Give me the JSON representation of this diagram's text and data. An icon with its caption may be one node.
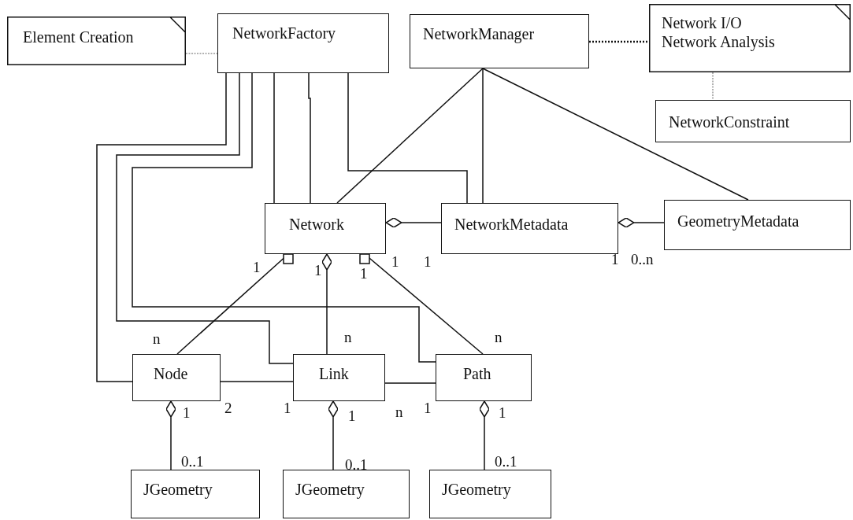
{
  "diagram": {
    "nodes": [
      {
        "text": [
          "Element Creation"
        ]
      },
      {
        "text": [
          "NetworkFactory"
        ]
      },
      {
        "text": [
          "NetworkManager"
        ]
      },
      {
        "text": [
          "Network I/O Network Analysis"
        ]
      },
      {
        "text": [
          "NetworkConstraint"
        ]
      },
      {
        "text": [
          "Network"
        ]
      },
      {
        "text": [
          "NetworkMetadata"
        ]
      },
      {
        "text": [
          "GeometryMetadata"
        ]
      },
      {
        "text": [
          "Node"
        ]
      },
      {
        "text": [
          "Link"
        ]
      },
      {
        "text": [
          "Path"
        ]
      },
      {
        "text": [
          "JGeometry"
        ]
      },
      {
        "text": [
          "JGeometry"
        ]
      },
      {
        "text": [
          "JGeometry"
        ]
      }
    ],
    "edges": [
      {
        "from": 0,
        "to": 1,
        "arrow": "none",
        "style": "dashed",
        "color": "#999999"
      },
      {
        "from": 2,
        "to": 3,
        "arrow": "none",
        "style": "dashed"
      },
      {
        "from": 3,
        "to": 4,
        "arrow": "none",
        "style": "dashed",
        "color": "#999999"
      },
      {
        "from": 1,
        "to": 5,
        "arrow": "none"
      },
      {
        "from": 1,
        "to": 5,
        "arrow": "none"
      },
      {
        "from": 1,
        "to": 6,
        "arrow": "none"
      },
      {
        "from": 1,
        "to": 8,
        "arrow": "none"
      },
      {
        "from": 1,
        "to": 9,
        "arrow": "none"
      },
      {
        "from": 1,
        "to": 10,
        "arrow": "none"
      },
      {
        "from": 2,
        "to": 5,
        "arrow": "none"
      },
      {
        "from": 2,
        "to": 6,
        "arrow": "none"
      },
      {
        "from": 2,
        "to": 7,
        "arrow": "none"
      },
      {
        "from": 5,
        "to": 6,
        "arrow": "other"
      },
      {
        "from": 6,
        "to": 7,
        "arrow": "other"
      },
      {
        "from": 5,
        "to": 8,
        "arrow": "other"
      },
      {
        "from": 5,
        "to": 9,
        "arrow": "other"
      },
      {
        "from": 5,
        "to": 10,
        "arrow": "other"
      },
      {
        "from": 8,
        "to": 9,
        "arrow": "none"
      },
      {
        "from": 9,
        "to": 10,
        "arrow": "none"
      },
      {
        "from": 8,
        "to": 11,
        "arrow": "other"
      },
      {
        "from": 9,
        "to": 12,
        "arrow": "other"
      },
      {
        "from": 10,
        "to": 13,
        "arrow": "other"
      }
    ],
    "labels": [
      "1",
      "1",
      "1",
      "0..n",
      "1",
      "1",
      "1",
      "n",
      "n",
      "n",
      "2",
      "1",
      "n",
      "1",
      "1",
      "1",
      "1",
      "0..1",
      "0..1",
      "0..1"
    ]
  }
}
